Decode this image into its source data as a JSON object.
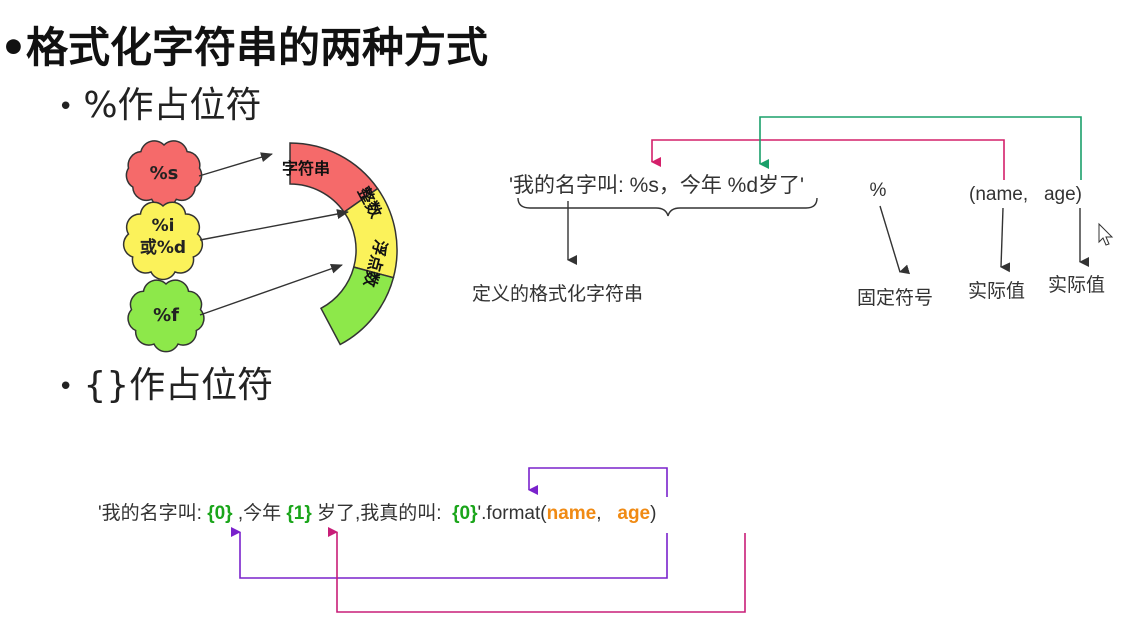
{
  "title": "格式化字符串的两种方式",
  "bullet_char": "•",
  "section1": {
    "heading": "%作占位符",
    "clouds": [
      {
        "text_lines": [
          "%s"
        ],
        "color": "#f56a6a"
      },
      {
        "text_lines": [
          "%i",
          "或%d"
        ],
        "color": "#fbf25a"
      },
      {
        "text_lines": [
          "%f"
        ],
        "color": "#8de84a"
      }
    ],
    "arc_segments": [
      {
        "label": "字符串",
        "color": "#f56a6a"
      },
      {
        "label": "整数",
        "color": "#fbf25a"
      },
      {
        "label": "浮点数",
        "color": "#8de84a"
      }
    ],
    "expression": {
      "format_string": "'我的名字叫: %s，今年 %d岁了'",
      "percent_sign": "%",
      "args": "(name,   age)"
    },
    "annotations": {
      "defined_format_string": "定义的格式化字符串",
      "fixed_symbol": "固定符号",
      "actual_value_1": "实际值",
      "actual_value_2": "实际值"
    },
    "arrow_colors": {
      "name": "#d4206a",
      "age": "#1aa06a"
    }
  },
  "section2": {
    "heading": "{}作占位符",
    "code": {
      "prefix": "'我的名字叫: ",
      "ph0": "{0}",
      "mid1": " ,今年 ",
      "ph1": "{1}",
      "mid2": " 岁了,我真的叫:  ",
      "ph0b": "{0}",
      "mid3": "'.format(",
      "name": "name",
      "comma": ",   ",
      "age": "age",
      "suffix": ")"
    },
    "arrow_colors": {
      "name": "#7a22cc",
      "age": "#c81e78"
    }
  }
}
